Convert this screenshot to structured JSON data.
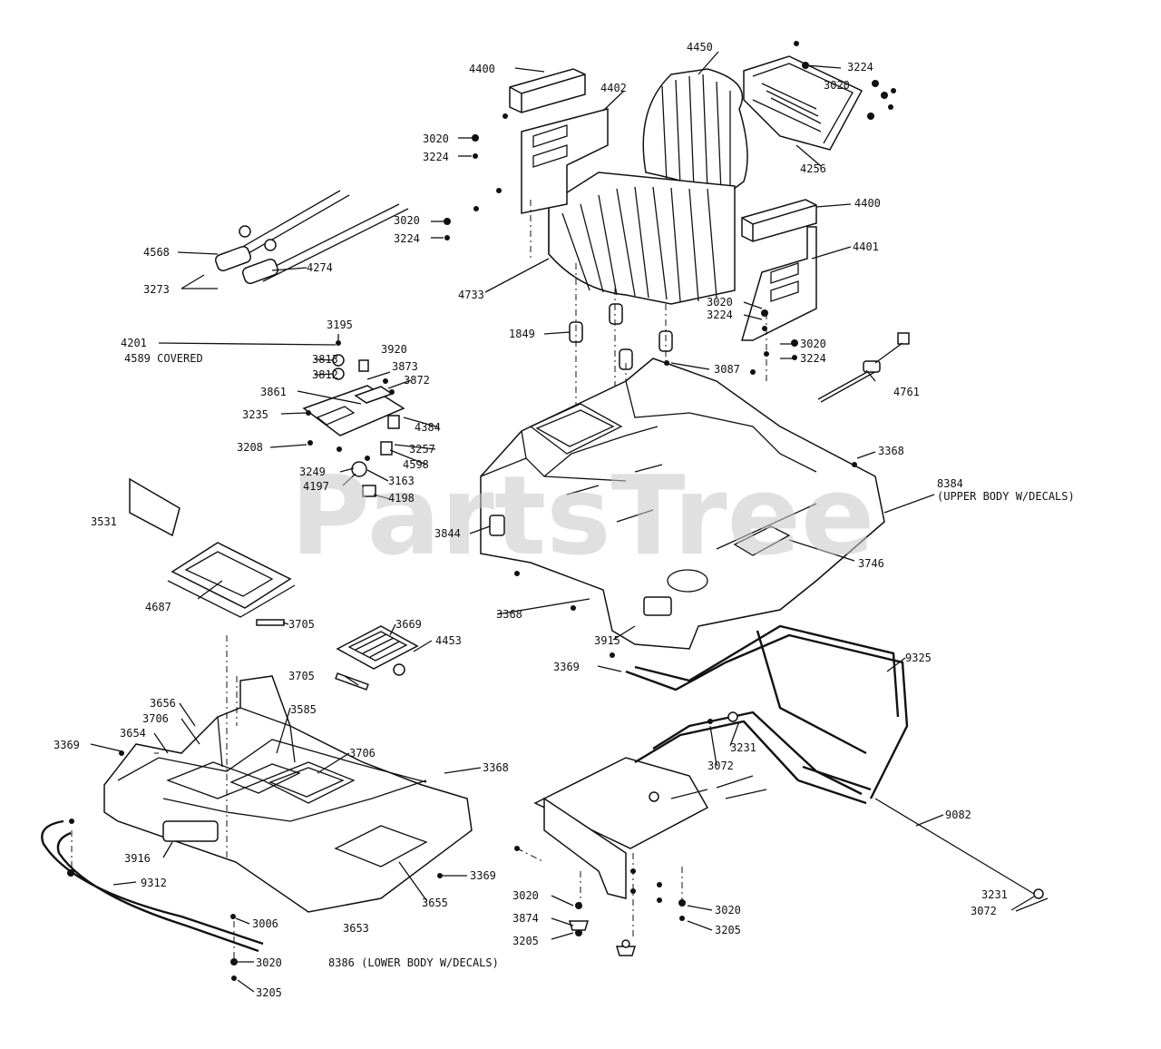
{
  "watermark": "PartsTree",
  "labels": {
    "l4400a": "4400",
    "l4450": "4450",
    "l3224a": "3224",
    "l3020a": "3020",
    "l4402": "4402",
    "l3020b": "3020",
    "l3224b": "3224",
    "l4256": "4256",
    "l4400b": "4400",
    "l3020c": "3020",
    "l3224c": "3224",
    "l4568": "4568",
    "l4274": "4274",
    "l3273": "3273",
    "l4401": "4401",
    "l4733": "4733",
    "l3020d": "3020",
    "l3224d": "3224",
    "l1849": "1849",
    "l3020e": "3020",
    "l3224e": "3224",
    "l3195": "3195",
    "l4201": "4201",
    "l4589": "4589 COVERED",
    "l3813": "3813",
    "l3920": "3920",
    "l3087": "3087",
    "l3812": "3812",
    "l3873": "3873",
    "l3872": "3872",
    "l3861": "3861",
    "l4761": "4761",
    "l3235": "3235",
    "l4384": "4384",
    "l3208": "3208",
    "l3257": "3257",
    "l3368a": "3368",
    "l4598": "4598",
    "l3249": "3249",
    "l3163": "3163",
    "l8384": "8384",
    "l8384b": "(UPPER BODY W/DECALS)",
    "l4197": "4197",
    "l4198": "4198",
    "l3531": "3531",
    "l3844": "3844",
    "l3746": "3746",
    "l4687": "4687",
    "l3368b": "3368",
    "l3705a": "3705",
    "l3669a": "3669",
    "l3915": "3915",
    "l4453": "4453",
    "l9325": "9325",
    "l3369a": "3369",
    "l3705b": "3705",
    "l3656": "3656",
    "l3585": "3585",
    "l3231a": "3231",
    "l3706a": "3706",
    "l3654": "3654",
    "l3706b": "3706",
    "l3369b": "3369",
    "l3072a": "3072",
    "l3368c": "3368",
    "l9082": "9082",
    "l3916": "3916",
    "l9312": "9312",
    "l3369c": "3369",
    "l3655": "3655",
    "l3020f": "3020",
    "l3874": "3874",
    "l3020g": "3020",
    "l3231b": "3231",
    "l3006": "3006",
    "l3205a": "3205",
    "l3205b": "3205",
    "l3072b": "3072",
    "l3653": "3653",
    "l3020h": "3020",
    "l8386": "8386 (LOWER BODY W/DECALS)",
    "l3205c": "3205"
  }
}
